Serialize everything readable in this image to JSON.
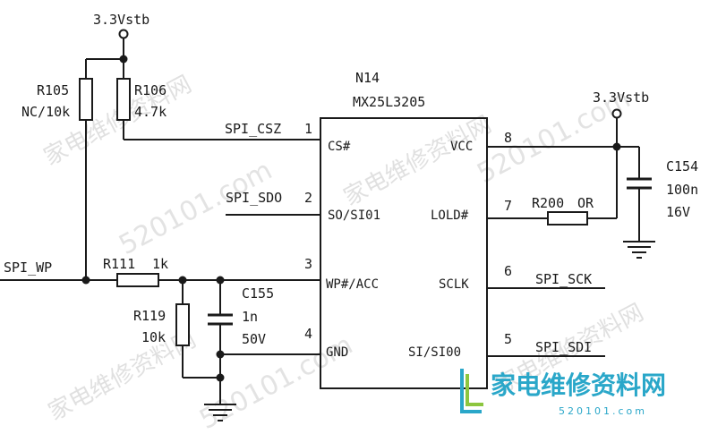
{
  "supply": {
    "left_label": "3.3Vstb",
    "right_label": "3.3Vstb"
  },
  "chip": {
    "ref": "N14",
    "part": "MX25L3205",
    "pins": [
      {
        "num": "1",
        "name": "CS#",
        "net": "SPI_CSZ"
      },
      {
        "num": "2",
        "name": "SO/SI01",
        "net": "SPI_SDO"
      },
      {
        "num": "3",
        "name": "WP#/ACC",
        "net": ""
      },
      {
        "num": "4",
        "name": "GND",
        "net": ""
      },
      {
        "num": "8",
        "name": "VCC",
        "net": ""
      },
      {
        "num": "7",
        "name": "LOLD#",
        "net": ""
      },
      {
        "num": "6",
        "name": "SCLK",
        "net": "SPI_SCK"
      },
      {
        "num": "5",
        "name": "SI/SI00",
        "net": "SPI_SDI"
      }
    ]
  },
  "components": {
    "r105": {
      "ref": "R105",
      "value": "NC/10k"
    },
    "r106": {
      "ref": "R106",
      "value": "4.7k"
    },
    "r111": {
      "ref": "R111",
      "value": "1k"
    },
    "r119": {
      "ref": "R119",
      "value": "10k"
    },
    "c155": {
      "ref": "C155",
      "value": "1n",
      "voltage": "50V"
    },
    "r200": {
      "ref": "R200",
      "value": "OR"
    },
    "c154": {
      "ref": "C154",
      "value": "100n",
      "voltage": "16V"
    }
  },
  "nets": {
    "spi_wp": "SPI_WP"
  },
  "watermark": {
    "cn": "家电维修资料网",
    "num": "520101.com",
    "logo_cn": "家电维修资料网",
    "logo_url": "520101.com"
  }
}
